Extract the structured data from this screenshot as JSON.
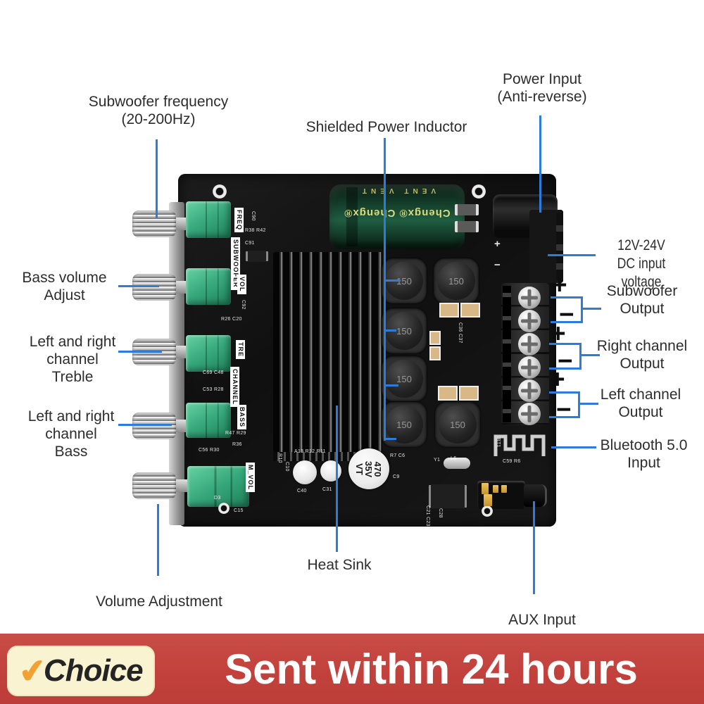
{
  "annotations": {
    "subwoofer_freq_1": "Subwoofer frequency",
    "subwoofer_freq_2": "(20-200Hz)",
    "shielded_inductor": "Shielded Power Inductor",
    "power_input_1": "Power Input",
    "power_input_2": "(Anti-reverse)",
    "dc_input_1": "12V-24V",
    "dc_input_2": "DC input voltage",
    "subwoofer_output_1": "Subwoofer",
    "subwoofer_output_2": "Output",
    "right_output_1": "Right channel",
    "right_output_2": "Output",
    "left_output_1": "Left channel",
    "left_output_2": "Output",
    "bluetooth_1": "Bluetooth 5.0",
    "bluetooth_2": "Input",
    "bass_volume_1": "Bass volume",
    "bass_volume_2": "Adjust",
    "treble_1": "Left and right channel",
    "treble_2": "Treble",
    "bass_1": "Left and right channel",
    "bass_2": "Bass",
    "volume_adjustment": "Volume Adjustment",
    "heat_sink": "Heat Sink",
    "aux_input": "AUX Input",
    "plus": "+",
    "minus": "−",
    "line_color": "#2e7cd9",
    "text_color": "#2d2d2d"
  },
  "board": {
    "pot_labels": {
      "freq": "FREQ",
      "subwoofer": "SUBWOOFER",
      "vol": "VOL",
      "tre": "TRE",
      "channel": "CHANNEL",
      "bass": "BASS",
      "m_vol": "M_VOL"
    },
    "capacitor_brand": "Chengx®  Chengx®",
    "capacitor_vent": "VENT  VENT",
    "inductor_value": "150",
    "big_cap": {
      "l1": "470",
      "l2": "35V",
      "l3": "VT"
    },
    "dc_plus": "+",
    "dc_minus": "−",
    "refs": [
      "C90",
      "R38 R42",
      "C91",
      "C92",
      "R26 C20",
      "C69 C48",
      "C53 R28",
      "R47 R29",
      "R36",
      "C56 R30",
      "A13 R12 R11",
      "R10",
      "C10",
      "C40",
      "C31",
      "R7 C6",
      "C9",
      "C36 C37",
      "C59 R6",
      "C21 C23",
      "C28",
      "C15",
      "D3",
      "Y1",
      "BT1",
      "L6"
    ]
  },
  "banner": {
    "check": "✔",
    "badge": "Choice",
    "message": "Sent within 24 hours",
    "bg_color": "#c2413c",
    "badge_bg": "#faf3d2"
  }
}
